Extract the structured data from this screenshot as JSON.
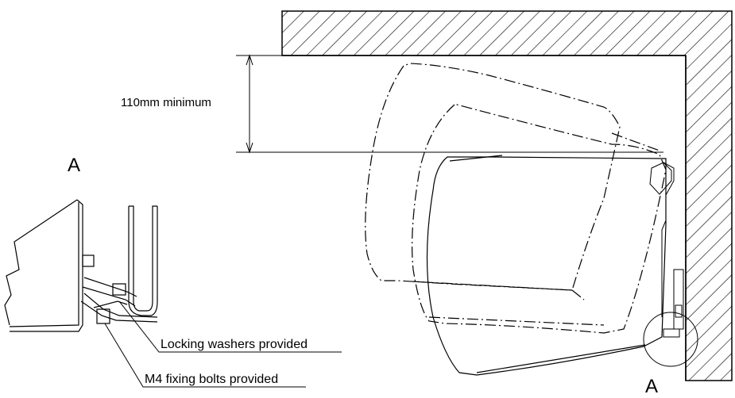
{
  "labels": {
    "dimension": "110mm minimum",
    "detail_top": "A",
    "detail_bottom": "A",
    "washers": "Locking washers provided",
    "bolts": "M4 fixing bolts provided"
  }
}
